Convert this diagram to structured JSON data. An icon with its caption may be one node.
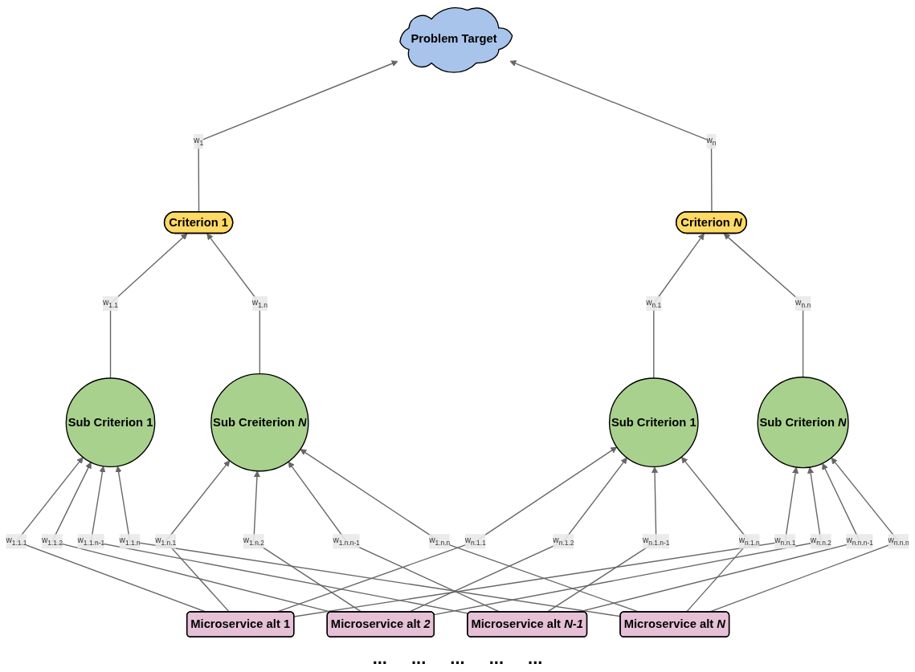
{
  "diagram": {
    "nodes": [
      {
        "text": [
          "Problem Target"
        ]
      },
      {
        "text": [
          "Criterion 1"
        ]
      },
      {
        "text": [
          "Criterion *N*"
        ]
      },
      {
        "text": [
          "Sub Criterion 1"
        ]
      },
      {
        "text": [
          "Sub Creiterion *N*"
        ]
      },
      {
        "text": [
          "Sub Criterion 1"
        ]
      },
      {
        "text": [
          "Sub Criterion *N*"
        ]
      },
      {
        "text": [
          "Microservice alt 1"
        ]
      },
      {
        "text": [
          "Microservice alt *2*"
        ]
      },
      {
        "text": [
          "Microservice alt *N-1*"
        ]
      },
      {
        "text": [
          "Microservice alt *N*"
        ]
      }
    ],
    "edges": [
      {
        "from": 1,
        "to": 0,
        "arrow": "to",
        "label": "w$_{1}$"
      },
      {
        "from": 2,
        "to": 0,
        "arrow": "to",
        "label": "w$_{n}$"
      },
      {
        "from": 3,
        "to": 1,
        "arrow": "to",
        "label": "w$_{1.1}$"
      },
      {
        "from": 4,
        "to": 1,
        "arrow": "to",
        "label": "w$_{1.n}$"
      },
      {
        "from": 5,
        "to": 2,
        "arrow": "to",
        "label": "w$_{n.1}$"
      },
      {
        "from": 6,
        "to": 2,
        "arrow": "to",
        "label": "w$_{n.n}$"
      },
      {
        "from": 7,
        "to": 3,
        "arrow": "to",
        "label": "w$_{1.1.1}$"
      },
      {
        "from": 8,
        "to": 3,
        "arrow": "to",
        "label": "w$_{1.1.2}$"
      },
      {
        "from": 9,
        "to": 3,
        "arrow": "to",
        "label": "w$_{1.1.n-1}$"
      },
      {
        "from": 10,
        "to": 3,
        "arrow": "to",
        "label": "w$_{1.1.n}$"
      },
      {
        "from": 7,
        "to": 4,
        "arrow": "to",
        "label": "w$_{1.n.1}$"
      },
      {
        "from": 8,
        "to": 4,
        "arrow": "to",
        "label": "w$_{1.n.2}$"
      },
      {
        "from": 9,
        "to": 4,
        "arrow": "to",
        "label": "w$_{1.n.n-1}$"
      },
      {
        "from": 10,
        "to": 4,
        "arrow": "to",
        "label": "w$_{1.n.n}$"
      },
      {
        "from": 7,
        "to": 5,
        "arrow": "to",
        "label": "w$_{n.1.1}$"
      },
      {
        "from": 8,
        "to": 5,
        "arrow": "to",
        "label": "w$_{n.1.2}$"
      },
      {
        "from": 9,
        "to": 5,
        "arrow": "to",
        "label": "w$_{n.1.n-1}$"
      },
      {
        "from": 10,
        "to": 5,
        "arrow": "to",
        "label": "w$_{n.1.n}$"
      },
      {
        "from": 7,
        "to": 6,
        "arrow": "to",
        "label": "w$_{n.n.1}$"
      },
      {
        "from": 8,
        "to": 6,
        "arrow": "to",
        "label": "w$_{n.n.2}$"
      },
      {
        "from": 9,
        "to": 6,
        "arrow": "to",
        "label": "w$_{n.n.n-1}$"
      },
      {
        "from": 10,
        "to": 6,
        "arrow": "to",
        "label": "w$_{n.n.n}$"
      }
    ],
    "labels": [
      "...",
      "...",
      "...",
      "...",
      "..."
    ]
  }
}
